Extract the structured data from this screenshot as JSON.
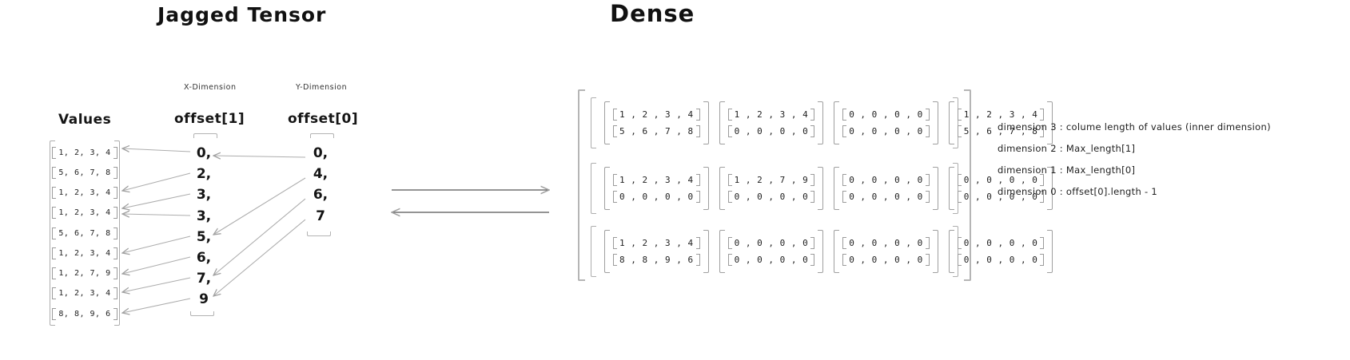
{
  "titles": {
    "jagged": "Jagged Tensor",
    "dense": "Dense"
  },
  "jagged": {
    "values_label": "Values",
    "values": [
      "1, 2, 3, 4",
      "5, 6, 7, 8",
      "1, 2, 3, 4",
      "1, 2, 3, 4",
      "5, 6, 7, 8",
      "1, 2, 3, 4",
      "1, 2, 7, 9",
      "1, 2, 3, 4",
      "8, 8, 9, 6"
    ],
    "x_dimension_label": "X-Dimension",
    "offset1_label": "offset[1]",
    "offset1": [
      "0,",
      "2,",
      "3,",
      "3,",
      "5,",
      "6,",
      "7,",
      "9"
    ],
    "y_dimension_label": "Y-Dimension",
    "offset0_label": "offset[0]",
    "offset0": [
      "0,",
      "4,",
      "6,",
      "7"
    ]
  },
  "dense": {
    "grid": [
      [
        {
          "rows": [
            "1 , 2 , 3 , 4",
            "5 , 6 , 7 , 8"
          ]
        },
        {
          "rows": [
            "1 , 2 , 3 , 4",
            "0 , 0 , 0 , 0"
          ]
        },
        {
          "rows": [
            "0 , 0 , 0 , 0",
            "0 , 0 , 0 , 0"
          ]
        },
        {
          "rows": [
            "1 , 2 , 3 , 4",
            "5 , 6 , 7 , 8"
          ]
        }
      ],
      [
        {
          "rows": [
            "1 , 2 , 3 , 4",
            "0 , 0 , 0 , 0"
          ]
        },
        {
          "rows": [
            "1 , 2 , 7 , 9",
            "0 , 0 , 0 , 0"
          ]
        },
        {
          "rows": [
            "0 , 0 , 0 , 0",
            "0 , 0 , 0 , 0"
          ]
        },
        {
          "rows": [
            "0 , 0 , 0 , 0",
            "0 , 0 , 0 , 0"
          ]
        }
      ],
      [
        {
          "rows": [
            "1 , 2 , 3 , 4",
            "8 , 8 , 9 , 6"
          ]
        },
        {
          "rows": [
            "0 , 0 , 0 , 0",
            "0 , 0 , 0 , 0"
          ]
        },
        {
          "rows": [
            "0 , 0 , 0 , 0",
            "0 , 0 , 0 , 0"
          ]
        },
        {
          "rows": [
            "0 , 0 , 0 , 0",
            "0 , 0 , 0 , 0"
          ]
        }
      ]
    ]
  },
  "annotations": [
    "dimension 3 : colume length of values (inner dimension)",
    "dimension 2 : Max_length[1]",
    "dimension 1 : Max_length[0]",
    "dimension 0 : offset[0].length - 1"
  ]
}
